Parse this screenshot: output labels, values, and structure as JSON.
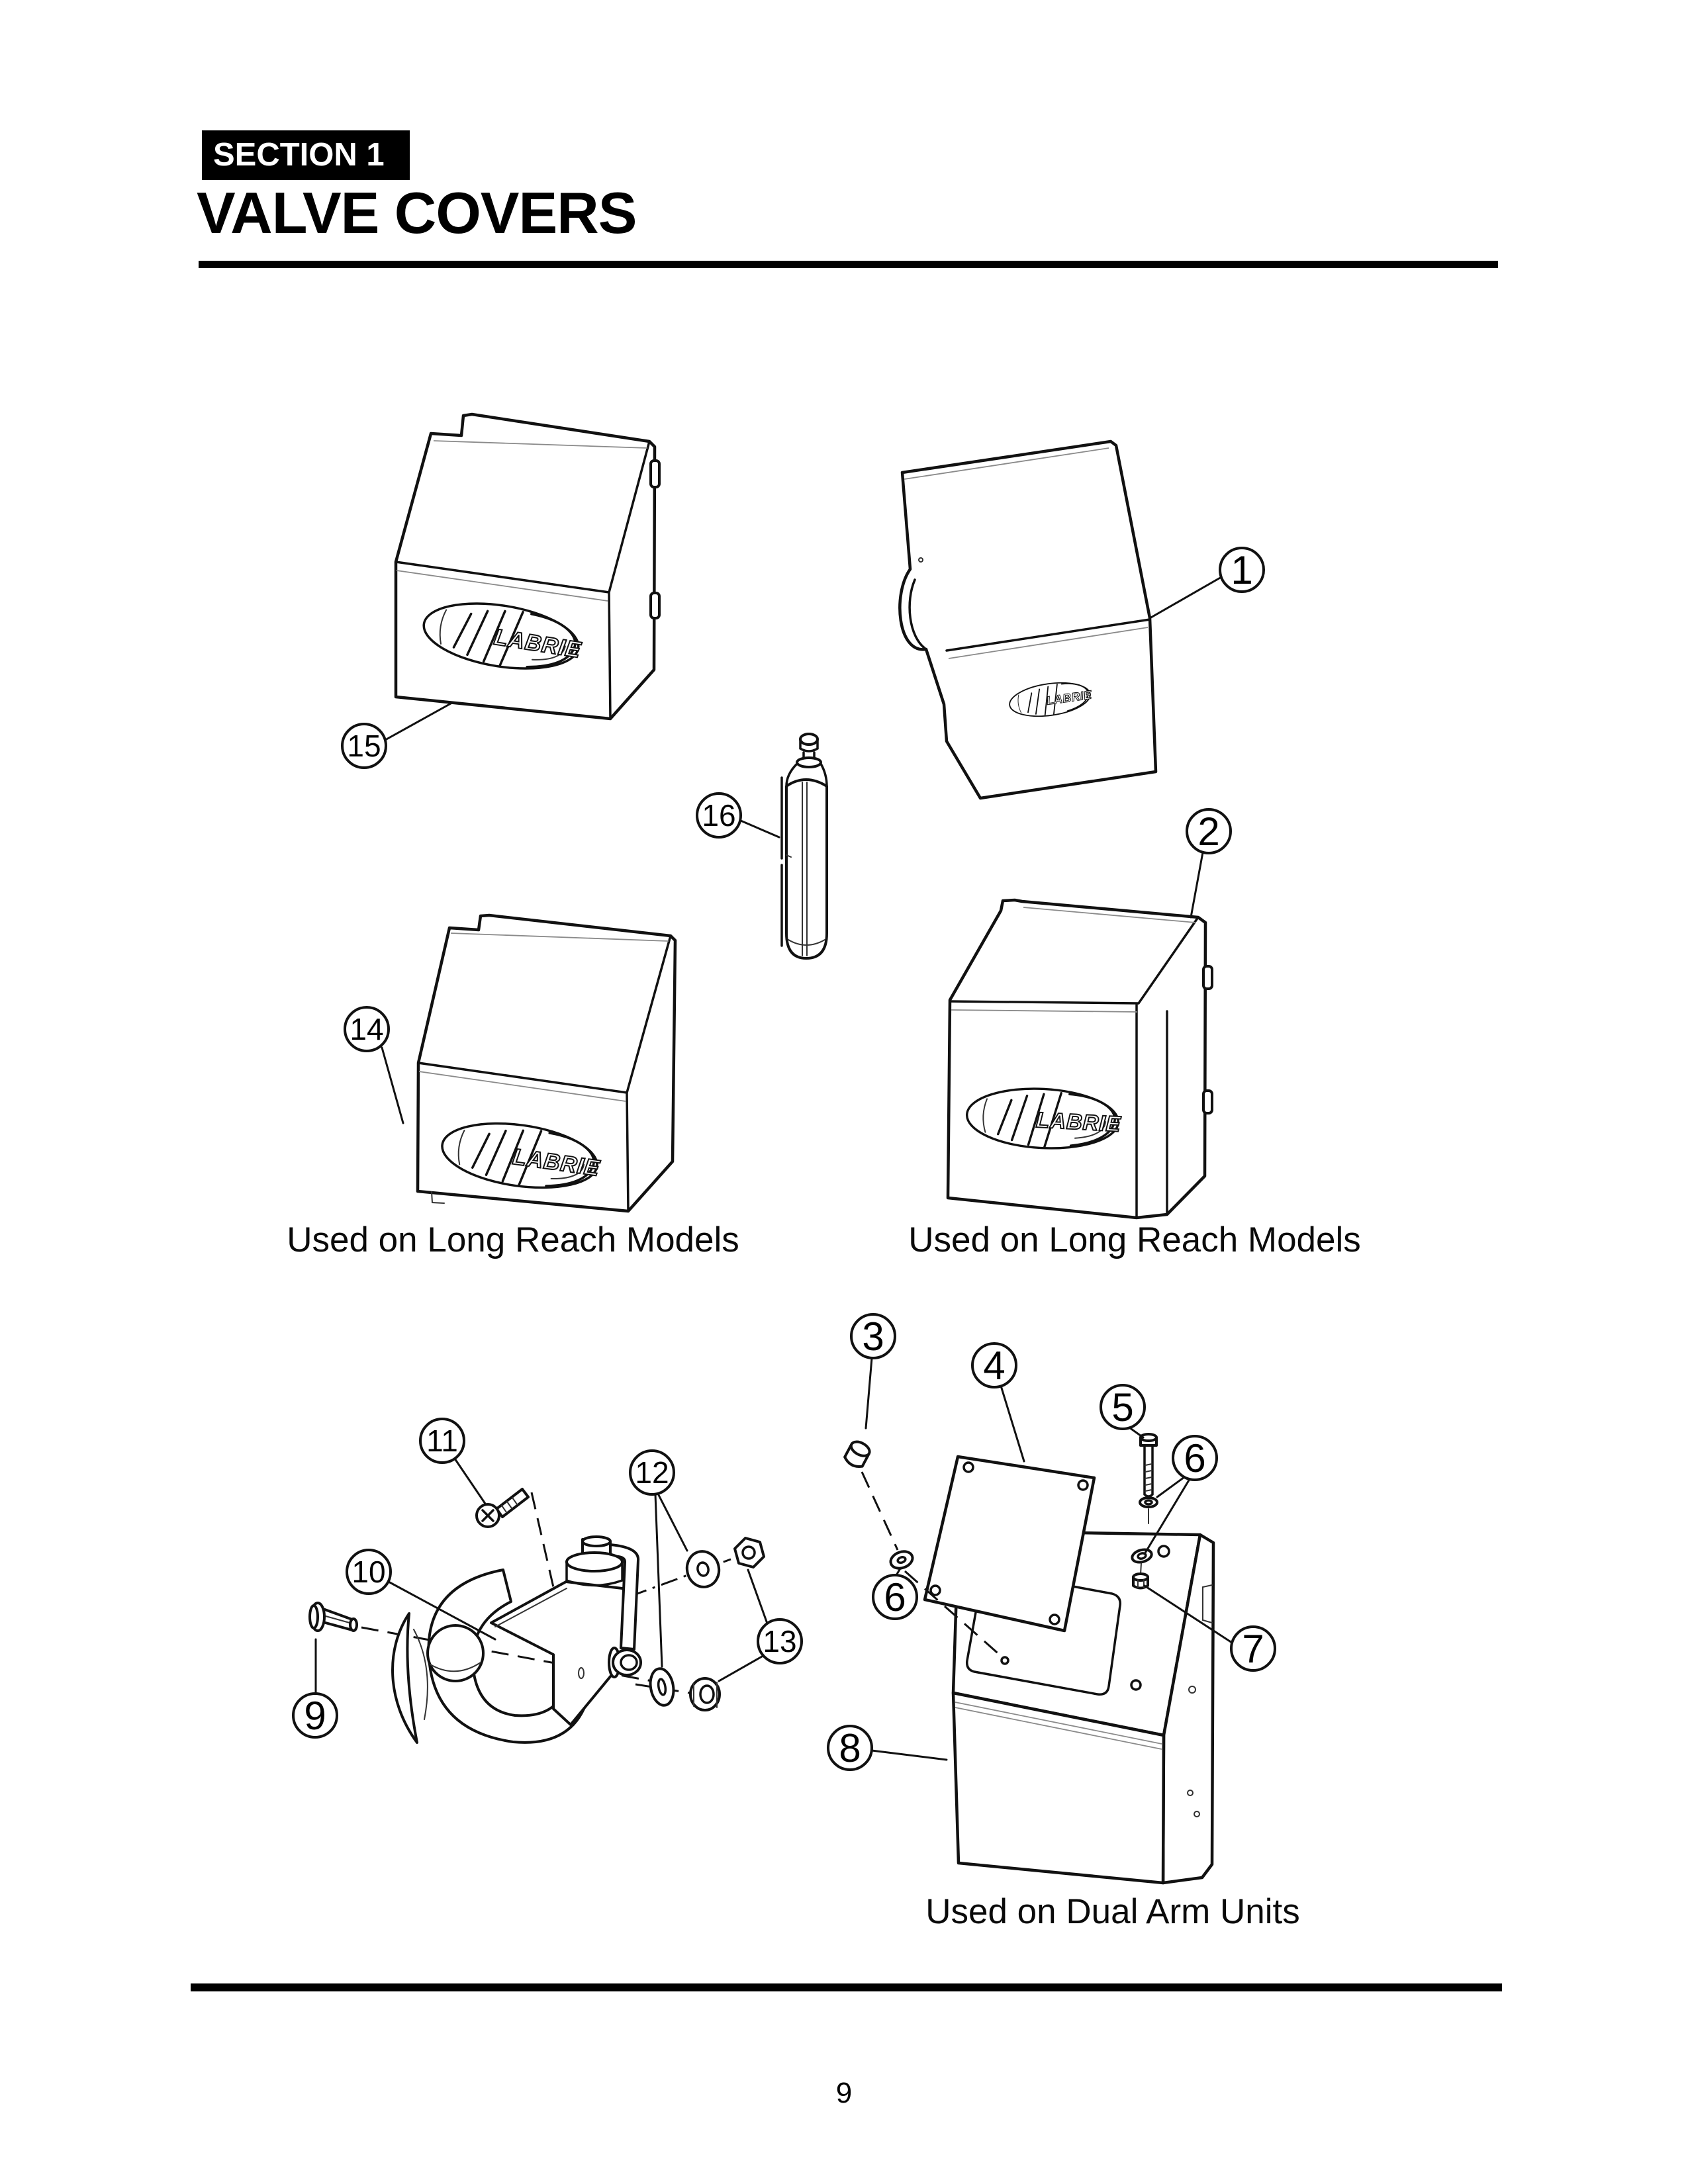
{
  "page": {
    "section_label": "SECTION 1",
    "title": "VALVE COVERS",
    "page_number": "9"
  },
  "figure": {
    "logo_text": "LABRIE",
    "captions": {
      "left_long_reach": "Used on Long Reach Models",
      "right_long_reach": "Used on Long Reach Models",
      "dual_arm": "Used on Dual Arm Units"
    },
    "callouts": {
      "c1": "1",
      "c2": "2",
      "c3": "3",
      "c4": "4",
      "c5": "5",
      "c6_right": "6",
      "c6_left": "6",
      "c7": "7",
      "c8": "8",
      "c9": "9",
      "c10": "10",
      "c11": "11",
      "c12": "12",
      "c13": "13",
      "c14": "14",
      "c15": "15",
      "c16": "16"
    }
  }
}
